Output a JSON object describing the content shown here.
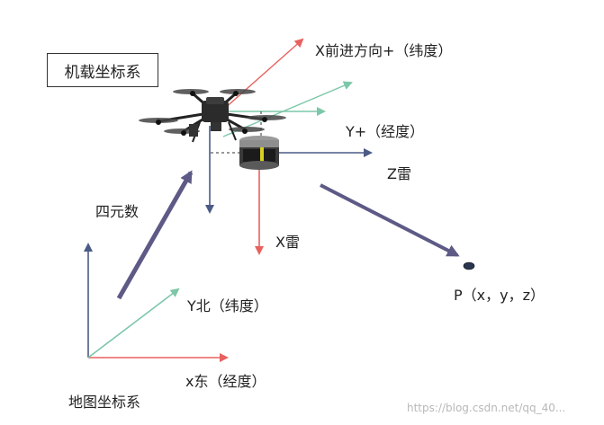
{
  "labels": {
    "airborne_frame": "机载坐标系",
    "x_forward": "X前进方向+（纬度）",
    "y_plus": "Y+（经度）",
    "z_lidar": "Z雷",
    "x_lidar": "X雷",
    "quaternion": "四元数",
    "point_p": "P（x，y，z）",
    "y_north": "Y北（纬度）",
    "x_east": "x东（经度）",
    "map_frame": "地图坐标系"
  },
  "watermark": "https://blog.csdn.net/qq_40..."
}
